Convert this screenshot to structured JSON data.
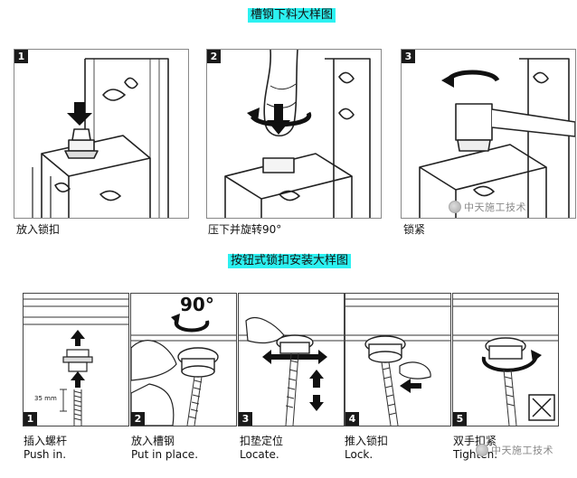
{
  "titles": {
    "top": "槽钢下料大样图",
    "bottom": "按钮式锁扣安装大样图"
  },
  "top_steps": [
    {
      "number": "1",
      "caption": "放入锁扣"
    },
    {
      "number": "2",
      "caption": "压下并旋转90°"
    },
    {
      "number": "3",
      "caption": "锁紧"
    }
  ],
  "bottom_steps": [
    {
      "number": "1",
      "caption_cn": "插入螺杆",
      "caption_en": "Push in."
    },
    {
      "number": "2",
      "caption_cn": "放入槽钢",
      "caption_en": "Put in place."
    },
    {
      "number": "3",
      "caption_cn": "扣垫定位",
      "caption_en": "Locate."
    },
    {
      "number": "4",
      "caption_cn": "推入锁扣",
      "caption_en": "Lock."
    },
    {
      "number": "5",
      "caption_cn": "双手扣紧",
      "caption_en": "Tighten."
    }
  ],
  "annotations": {
    "angle": "90°",
    "dimension": "35 mm"
  },
  "watermark": "中天施工技术"
}
